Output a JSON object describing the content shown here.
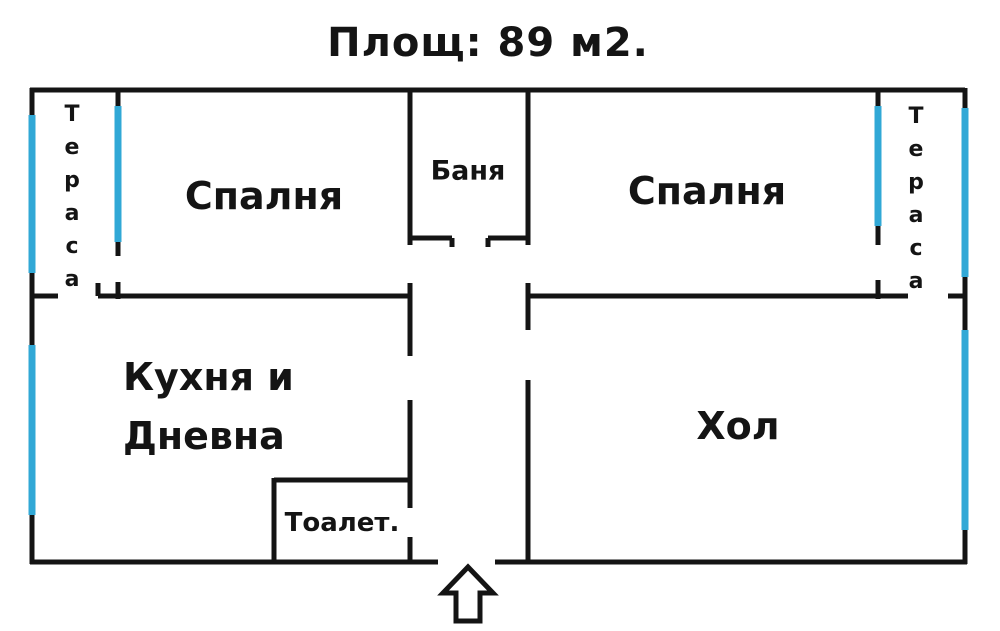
{
  "title": "Площ: 89 м2.",
  "rooms": {
    "terrace_left": "Тераса",
    "terrace_right": "Тераса",
    "bedroom_left": "Спалня",
    "bedroom_right": "Спалня",
    "bathroom": "Баня",
    "kitchen_line1": "Кухня и",
    "kitchen_line2": "Дневна",
    "hall": "Хол",
    "toilet": "Тоалет."
  },
  "icons": {
    "entrance_arrow": "up-arrow-entrance-marker"
  },
  "colors": {
    "wall": "#141414",
    "window": "#31a8d6",
    "text": "#141414",
    "background": "#ffffff"
  }
}
